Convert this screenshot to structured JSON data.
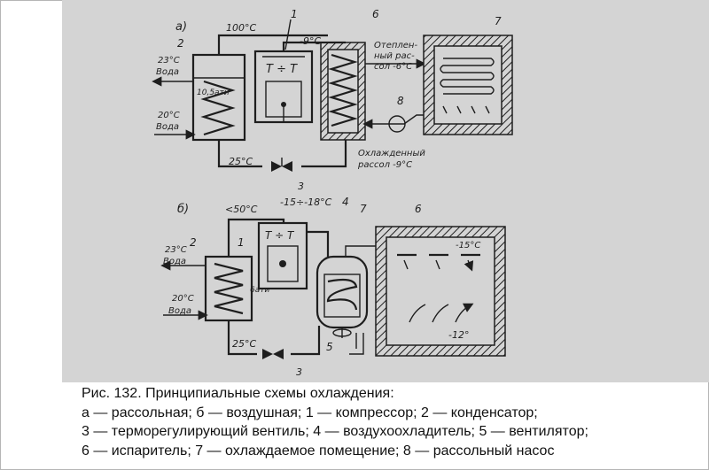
{
  "diagram": {
    "a": {
      "letter": "а)",
      "numbers": [
        "1",
        "2",
        "3",
        "6",
        "7",
        "8"
      ],
      "temp_100": "100°C",
      "temp_minus9": "-9°C",
      "temp_25": "25°C",
      "water_in_temp": "20°C",
      "water_in_label": "Вода",
      "water_out_temp": "23°C",
      "water_out_label": "Вода",
      "pressure": "10,5ати",
      "warmed_brine_1": "Отеплен-",
      "warmed_brine_2": "ный рас-",
      "warmed_brine_3": "сол -6°C",
      "cooled_brine_1": "Охлажденный",
      "cooled_brine_2": "рассол -9°C"
    },
    "b": {
      "letter": "б)",
      "numbers": [
        "1",
        "2",
        "3",
        "4",
        "5",
        "6",
        "7"
      ],
      "temp_50": "<50°C",
      "temp_range": "-15÷-18°C",
      "temp_25": "25°C",
      "water_out_temp": "23°C",
      "water_out_label": "Вода",
      "water_in_temp": "20°C",
      "water_in_label": "Вода",
      "pressure": "6ати",
      "room_temp_top": "-15°C",
      "room_temp_bottom": "-12°"
    }
  },
  "caption": {
    "line1": "Рис. 132. Принципиальные схемы охлаждения:",
    "line2": "а — рассольная; б — воздушная; 1 — компрессор; 2 — конденсатор;",
    "line3": "3 — терморегулирующий вентиль; 4 — воздухоохладитель; 5 — вентилятор;",
    "line4": "6 — испаритель; 7 — охлаждаемое помещение; 8 — рассольный насос"
  }
}
